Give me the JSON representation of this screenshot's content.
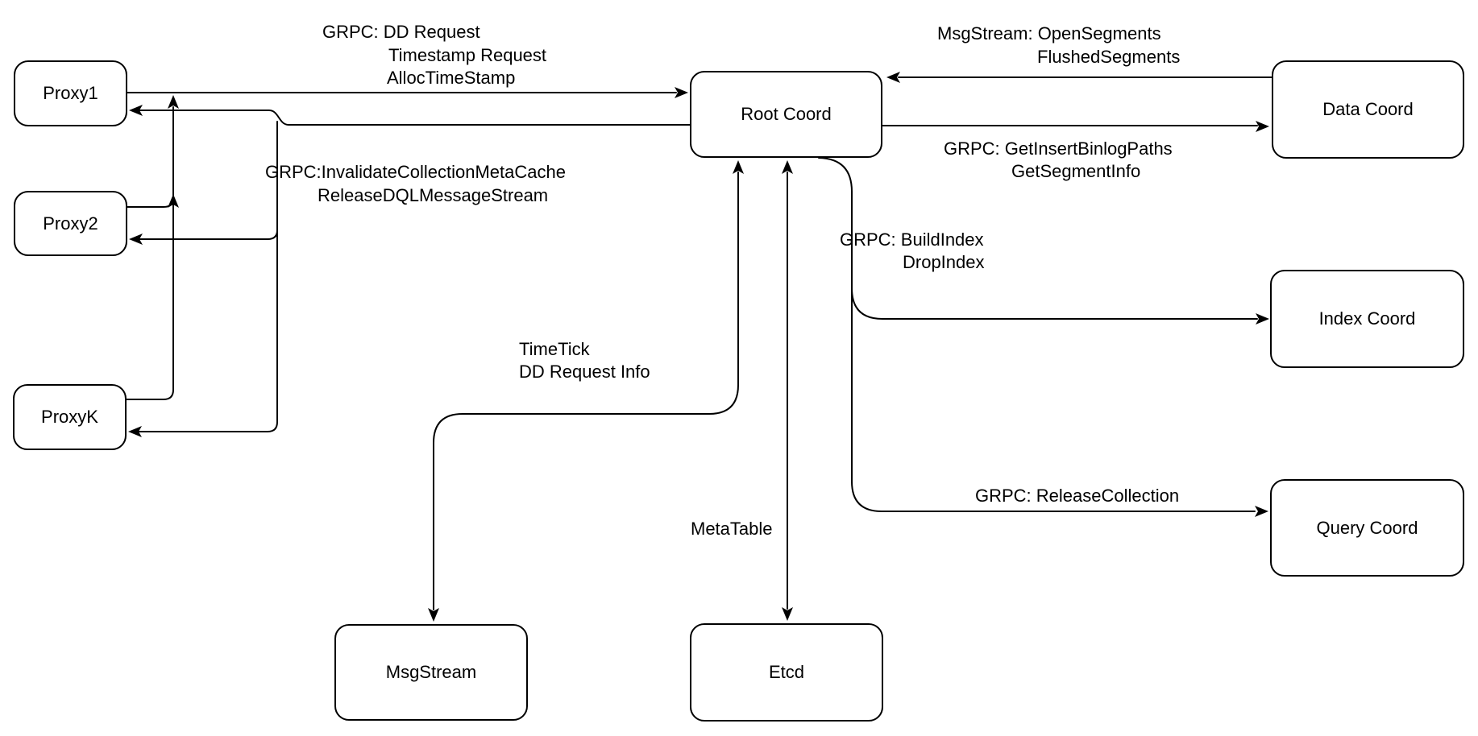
{
  "diagram": {
    "title": "Root Coord architecture diagram",
    "colors": {
      "stroke": "#000000",
      "node_fill": "#ffffff",
      "background": "#ffffff",
      "text": "#000000"
    },
    "nodes": {
      "proxy1": {
        "label": "Proxy1"
      },
      "proxy2": {
        "label": "Proxy2"
      },
      "proxyk": {
        "label": "ProxyK"
      },
      "root_coord": {
        "label": "Root Coord"
      },
      "data_coord": {
        "label": "Data Coord"
      },
      "index_coord": {
        "label": "Index Coord"
      },
      "query_coord": {
        "label": "Query Coord"
      },
      "msgstream": {
        "label": "MsgStream"
      },
      "etcd": {
        "label": "Etcd"
      }
    },
    "edge_labels": {
      "proxy_to_root": {
        "line1": "GRPC: DD Request",
        "line2": "Timestamp Request",
        "line3": "AllocTimeStamp"
      },
      "root_to_proxy": {
        "line1": "GRPC:InvalidateCollectionMetaCache",
        "line2": "ReleaseDQLMessageStream"
      },
      "data_to_root": {
        "line1": "MsgStream: OpenSegments",
        "line2": "FlushedSegments"
      },
      "root_to_data": {
        "line1": "GRPC: GetInsertBinlogPaths",
        "line2": "GetSegmentInfo"
      },
      "root_to_index": {
        "line1": "GRPC: BuildIndex",
        "line2": "DropIndex"
      },
      "root_to_query": {
        "line1": "GRPC: ReleaseCollection"
      },
      "root_to_msgstream": {
        "line1": "TimeTick",
        "line2": "DD Request Info"
      },
      "root_to_etcd": {
        "line1": "MetaTable"
      }
    }
  }
}
